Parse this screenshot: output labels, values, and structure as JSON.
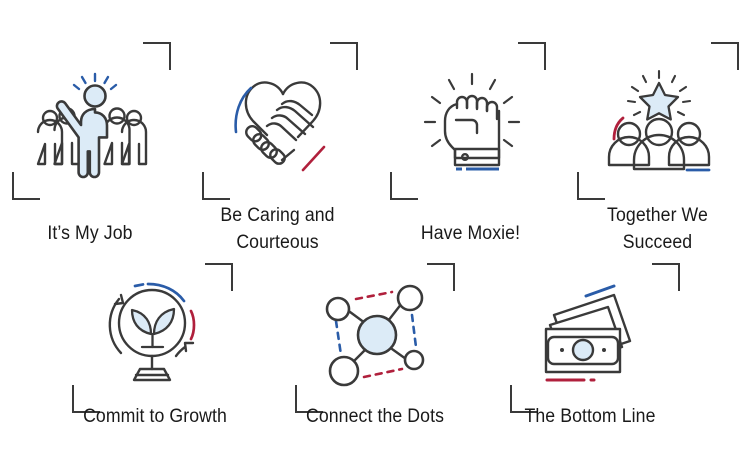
{
  "page": {
    "title": "Core Values Icon Board",
    "background_color": "#ffffff",
    "palette": {
      "stroke": "#3a3a3a",
      "fill_blue": "#dcebf7",
      "accent_blue": "#2a5ca8",
      "accent_red": "#b0203c",
      "text": "#1a1a1a"
    }
  },
  "values": [
    {
      "id": "its-my-job",
      "label": "It’s My Job",
      "icon_name": "raised-hand-person-group-icon",
      "accents": [
        "accent_blue"
      ]
    },
    {
      "id": "be-caring-and-courteous",
      "label": "Be Caring and\nCourteous",
      "icon_name": "heart-handshake-icon",
      "accents": [
        "accent_blue",
        "accent_red"
      ]
    },
    {
      "id": "have-moxie",
      "label": "Have Moxie!",
      "icon_name": "raised-fist-icon",
      "accents": [
        "accent_blue"
      ]
    },
    {
      "id": "together-we-succeed",
      "label": "Together We\nSucceed",
      "icon_name": "team-star-icon",
      "accents": [
        "accent_red",
        "accent_blue"
      ]
    },
    {
      "id": "commit-to-growth",
      "label": "Commit to Growth",
      "icon_name": "globe-sprout-icon",
      "accents": [
        "accent_blue",
        "accent_red"
      ]
    },
    {
      "id": "connect-the-dots",
      "label": "Connect the Dots",
      "icon_name": "network-nodes-icon",
      "accents": [
        "accent_red",
        "accent_blue"
      ]
    },
    {
      "id": "the-bottom-line",
      "label": "The Bottom Line",
      "icon_name": "banknotes-icon",
      "accents": [
        "accent_blue",
        "accent_red"
      ]
    }
  ]
}
